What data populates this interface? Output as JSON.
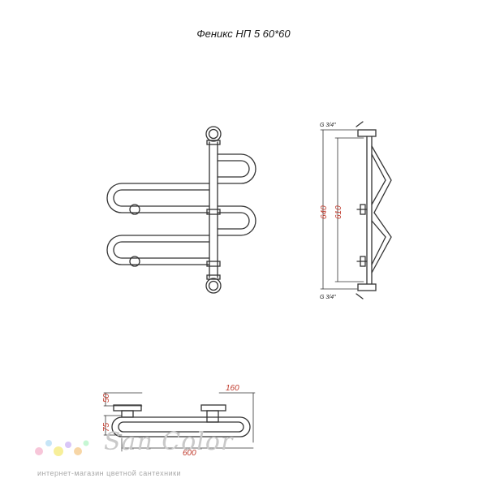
{
  "title": "Феникс НП 5 60*60",
  "dims": {
    "thread_top": "G 3/4\"",
    "thread_bottom": "G 3/4\"",
    "height_total": "640",
    "height_axis": "610",
    "depth_top": "50",
    "depth_rail": "75",
    "width": "600",
    "offset": "160"
  },
  "brand": {
    "name": "San Color",
    "tagline": "интернет-магазин цветной сантехники",
    "dot_colors": [
      "#f7c6d9",
      "#c6e5f7",
      "#f7ef9a",
      "#d9c6f7",
      "#f7d6a6",
      "#c6f7d3"
    ]
  },
  "colors": {
    "line": "#333333",
    "dimension": "#c0392b"
  }
}
